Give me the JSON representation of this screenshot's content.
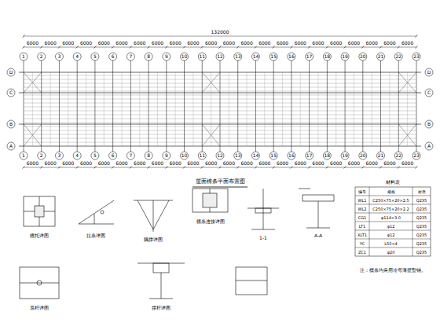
{
  "diagram": {
    "labels": [
      "1",
      "2",
      "3",
      "4",
      "5",
      "6",
      "7",
      "8",
      "9",
      "10",
      "11",
      "12",
      "13",
      "14",
      "15",
      "16",
      "17",
      "18",
      "19",
      "20",
      "21",
      "22",
      "23",
      "1",
      "2",
      "3",
      "4",
      "5",
      "6",
      "7",
      "8",
      "9",
      "10",
      "11",
      "12",
      "13",
      "14",
      "15",
      "16",
      "17",
      "18",
      "19",
      "20",
      "21",
      "22",
      "23",
      "6000",
      "6000",
      "6000",
      "6000",
      "6000",
      "6000",
      "6000",
      "6000",
      "6000",
      "6000",
      "6000",
      "6000",
      "6000",
      "6000",
      "6000",
      "6000",
      "6000",
      "6000",
      "6000",
      "6000",
      "6000",
      "6000",
      "6000",
      "6000",
      "6000",
      "6000",
      "6000",
      "6000",
      "6000",
      "6000",
      "6000",
      "6000",
      "6000",
      "6000",
      "6000",
      "6000",
      "6000",
      "6000",
      "6000",
      "6000",
      "6000",
      "6000",
      "6000",
      "6000",
      "132000",
      "D",
      "C",
      "B",
      "A",
      "D",
      "C",
      "B",
      "A",
      "屋面檩条平面布置图",
      "檩托详图",
      "拉条详图",
      "隅撑详图",
      "檩条连接详图",
      "1-1",
      "A-A",
      "系杆详图",
      "撑杆详图",
      "材料表",
      "编号",
      "规格",
      "材质",
      "WL1",
      "C250×75×20×2.5",
      "Q235",
      "WL2",
      "C250×75×20×2.2",
      "Q235",
      "CG1",
      "φ114×3.0",
      "Q235",
      "LT1",
      "φ12",
      "Q235",
      "XLT1",
      "φ12",
      "Q235",
      "YC",
      "L50×4",
      "Q235",
      "ZC1",
      "φ20",
      "Q235",
      "注：檩条均采用冷弯薄壁型钢。"
    ]
  }
}
